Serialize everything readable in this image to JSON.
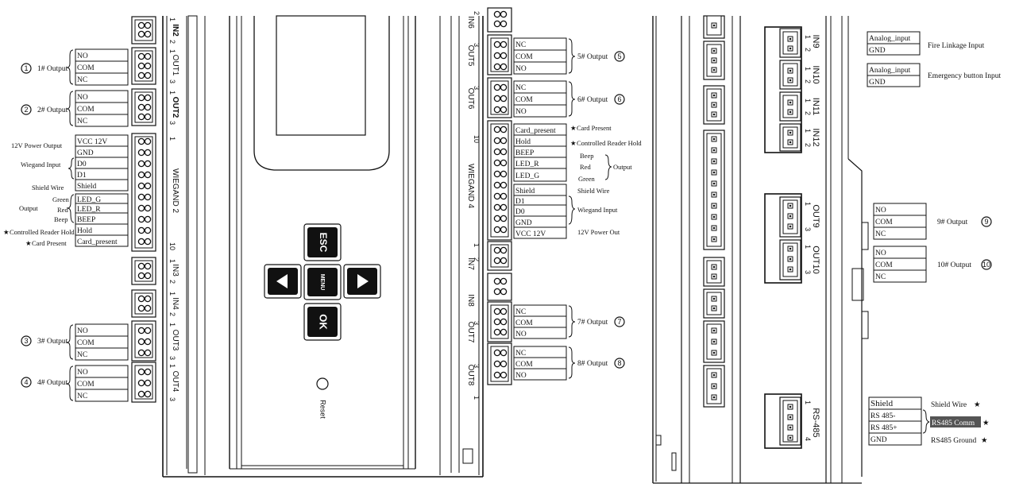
{
  "left_unit": {
    "connectors": {
      "in2": "IN2",
      "out1": "OUT1",
      "out2": "OUT2",
      "wiegand2": "WIEGAND 2",
      "in3": "IN3",
      "in4": "IN4",
      "out3": "OUT3",
      "out4": "OUT4",
      "in6": "IN6",
      "out5": "OUT5",
      "out6": "OUT6",
      "wiegand4": "WIEGAND 4",
      "in7": "IN7",
      "in8": "IN8",
      "out7": "OUT7",
      "out8": "OUT8"
    },
    "pins": {
      "p1": "1",
      "p2": "2",
      "p3": "3",
      "p10": "10"
    },
    "relay_nc_first": [
      "NO",
      "COM",
      "NC"
    ],
    "relay_nc_last": [
      "NC",
      "COM",
      "NO"
    ],
    "left_outputs": {
      "o1": {
        "num": "1",
        "label": "1# Output"
      },
      "o2": {
        "num": "2",
        "label": "2# Output"
      },
      "o3": {
        "num": "3",
        "label": "3# Output"
      },
      "o4": {
        "num": "4",
        "label": "4# Output"
      }
    },
    "right_outputs": {
      "o5": {
        "num": "5",
        "label": "5# Output"
      },
      "o6": {
        "num": "6",
        "label": "6# Output"
      },
      "o7": {
        "num": "7",
        "label": "7# Output"
      },
      "o8": {
        "num": "8",
        "label": "8# Output"
      }
    },
    "wiegand2_pins": [
      "VCC  12V",
      "GND",
      "D0",
      "D1",
      "Shield",
      "LED_G",
      "LED_R",
      "BEEP",
      "Hold",
      "Card_present"
    ],
    "wiegand2_labels": {
      "power": "12V Power Output",
      "wiegand_input": "Wiegand  Input",
      "shield_wire": "Shield  Wire",
      "output": "Output",
      "green": "Green",
      "red": "Red",
      "beep": "Beep",
      "hold": "Controlled Reader Hold",
      "card": "Card  Present"
    },
    "wiegand4_pins": [
      "Card_present",
      "Hold",
      "BEEP",
      "LED_R",
      "LED_G",
      "Shield",
      "D1",
      "D0",
      "GND",
      "VCC  12V"
    ],
    "wiegand4_labels": {
      "card": "Card Present",
      "hold": "Controlled  Reader  Hold",
      "beep": "Beep",
      "red": "Red",
      "green": "Green",
      "output": "Output",
      "shield_wire": "Shield  Wire",
      "wiegand_input": "Wiegand  Input",
      "power": "12V  Power  Out"
    },
    "keypad": {
      "esc": "ESC",
      "menu": "MENU",
      "ok": "OK",
      "left": "◀",
      "right": "▶"
    },
    "reset": "Reset"
  },
  "right_unit": {
    "inputs": {
      "in9": "IN9",
      "in10": "IN10",
      "in11": "IN11",
      "in12": "IN12",
      "out9": "OUT9",
      "out10": "OUT10",
      "rs485": "RS-485"
    },
    "pins": {
      "p1": "1",
      "p2": "2",
      "p3": "3",
      "p4": "4"
    },
    "fire": {
      "pins": [
        "Analog_input",
        "GND"
      ],
      "label": "Fire Linkage  Input"
    },
    "emergency": {
      "pins": [
        "Analog_input",
        "GND"
      ],
      "label": "Emergency button  Input"
    },
    "out9": {
      "pins": [
        "NO",
        "COM",
        "NC"
      ],
      "label": "9# Output",
      "num": "9"
    },
    "out10": {
      "pins": [
        "NO",
        "COM",
        "NC"
      ],
      "label": "10# Output",
      "num": "10"
    },
    "rs485_pins": [
      "Shield",
      "RS 485-",
      "RS 485+",
      "GND"
    ],
    "rs485_labels": {
      "shield": "Shield Wire",
      "comm": "RS485 Comm",
      "ground": "RS485 Ground"
    }
  },
  "star": "★"
}
